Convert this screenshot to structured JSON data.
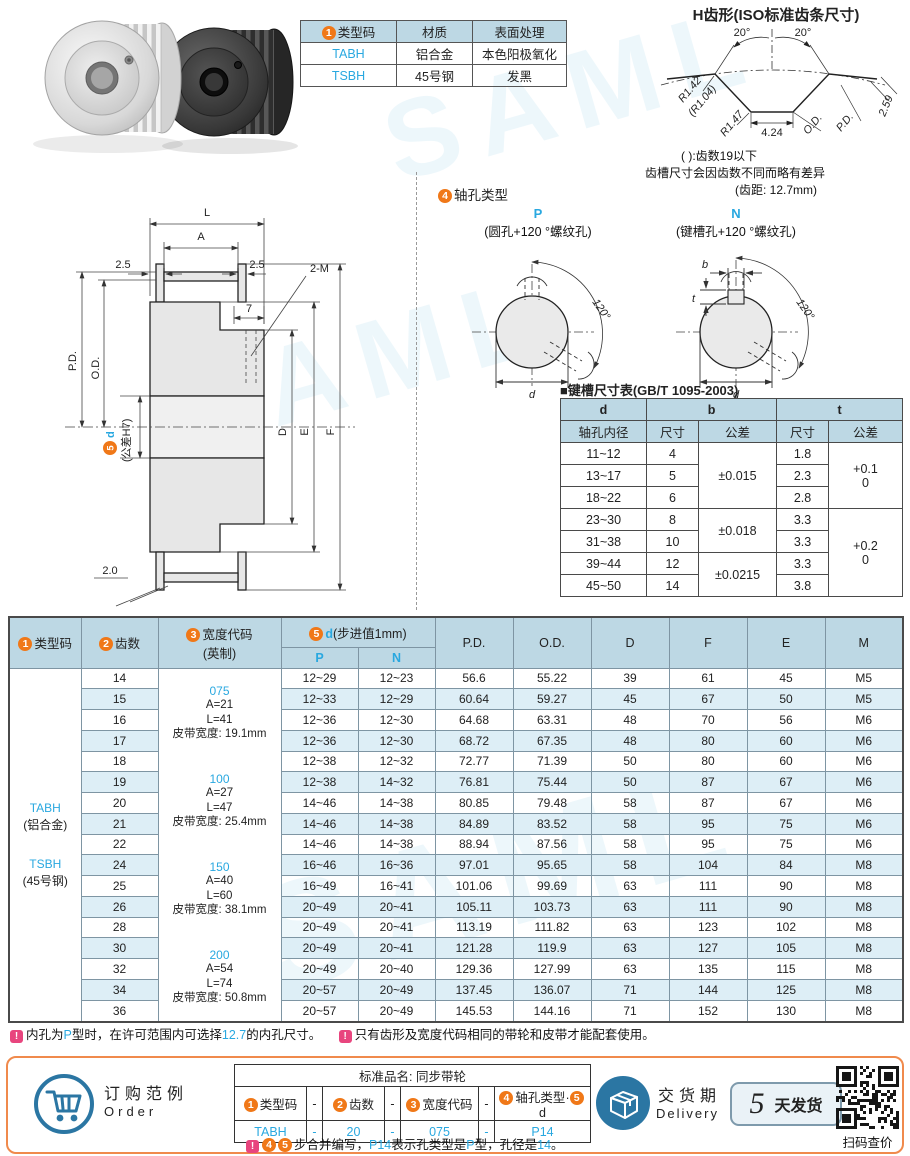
{
  "colors": {
    "accent_blue": "#29a8e0",
    "header_blue": "#bdd8e4",
    "row_alt": "#ddeef6",
    "orange": "#f07818",
    "pink": "#e8457e",
    "box_border": "#f08a4c",
    "icon_blue": "#2b76a3"
  },
  "watermark": "SAML",
  "materials_table": {
    "h1_num": "1",
    "headers": [
      "类型码",
      "材质",
      "表面处理"
    ],
    "rows": [
      [
        "TABH",
        "铝合金",
        "本色阳极氧化"
      ],
      [
        "TSBH",
        "45号钢",
        "发黑"
      ]
    ]
  },
  "tooth": {
    "title": "H齿形(ISO标准齿条尺寸)",
    "angle_l": "20°",
    "angle_r": "20°",
    "r_top": "R1.42",
    "r_top2": "(R1.04)",
    "r_bot": "R1.47",
    "w": "4.24",
    "od": "O.D.",
    "pd": "P.D.",
    "h": "2.59",
    "note1": "( ):齿数19以下",
    "note2": "齿槽尺寸会因齿数不同而略有差异",
    "note3": "(齿距: 12.7mm)"
  },
  "drawing": {
    "L": "L",
    "A": "A",
    "l25": "2.5",
    "r25": "2.5",
    "n7": "7",
    "tap": "2-M",
    "pd": "P.D.",
    "od": "O.D.",
    "d5_num": "5",
    "d5": "d",
    "tol": "(公差H7)",
    "D": "D",
    "E": "E",
    "F": "F",
    "flange": "2.0"
  },
  "shaft": {
    "num": "4",
    "title": "轴孔类型",
    "p_code": "P",
    "p_desc": "(圆孔+120 °螺纹孔)",
    "n_code": "N",
    "n_desc": "(键槽孔+120 °螺纹孔)",
    "angle": "120°",
    "d": "d",
    "b": "b",
    "t": "t"
  },
  "keyway_table": {
    "title": "■键槽尺寸表(GB/T 1095-2003)",
    "h_d": "d",
    "h_d_sub": "轴孔内径",
    "h_b": "b",
    "h_t": "t",
    "h_size": "尺寸",
    "h_tol": "公差",
    "rows": [
      [
        "11~12",
        "4",
        "1.8"
      ],
      [
        "13~17",
        "5",
        "2.3"
      ],
      [
        "18~22",
        "6",
        "2.8"
      ],
      [
        "23~30",
        "8",
        "3.3"
      ],
      [
        "31~38",
        "10",
        "3.3"
      ],
      [
        "39~44",
        "12",
        "3.3"
      ],
      [
        "45~50",
        "14",
        "3.8"
      ]
    ],
    "b_tols": [
      {
        "v": "±0.015",
        "span": 3
      },
      {
        "v": "±0.018",
        "span": 2
      },
      {
        "v": "±0.0215",
        "span": 2
      }
    ],
    "t_tols": [
      {
        "v": "+0.1",
        "v2": "0",
        "span": 3
      },
      {
        "v": "+0.2",
        "v2": "0",
        "span": 4
      }
    ]
  },
  "main_table": {
    "h1_num": "1",
    "h1": "类型码",
    "h2_num": "2",
    "h2": "齿数",
    "h3_num": "3",
    "h3a": "宽度代码",
    "h3b": "(英制)",
    "h5_num": "5",
    "h5_d": "d",
    "h5_rest": "(步进值1mm)",
    "sub_p": "P",
    "sub_n": "N",
    "cols": [
      "P.D.",
      "O.D.",
      "D",
      "F",
      "E",
      "M"
    ],
    "type_block": {
      "code1": "TABH",
      "mat1": "(铝合金)",
      "code2": "TSBH",
      "mat2": "(45号钢)"
    },
    "width_blocks": [
      {
        "code": "075",
        "a": "A=21",
        "l": "L=41",
        "w": "皮带宽度: 19.1mm"
      },
      {
        "code": "100",
        "a": "A=27",
        "l": "L=47",
        "w": "皮带宽度: 25.4mm"
      },
      {
        "code": "150",
        "a": "A=40",
        "l": "L=60",
        "w": "皮带宽度: 38.1mm"
      },
      {
        "code": "200",
        "a": "A=54",
        "l": "L=74",
        "w": "皮带宽度: 50.8mm"
      }
    ],
    "rows": [
      [
        "14",
        "12~29",
        "12~23",
        "56.6",
        "55.22",
        "39",
        "61",
        "45",
        "M5"
      ],
      [
        "15",
        "12~33",
        "12~29",
        "60.64",
        "59.27",
        "45",
        "67",
        "50",
        "M5"
      ],
      [
        "16",
        "12~36",
        "12~30",
        "64.68",
        "63.31",
        "48",
        "70",
        "56",
        "M6"
      ],
      [
        "17",
        "12~36",
        "12~30",
        "68.72",
        "67.35",
        "48",
        "80",
        "60",
        "M6"
      ],
      [
        "18",
        "12~38",
        "12~32",
        "72.77",
        "71.39",
        "50",
        "80",
        "60",
        "M6"
      ],
      [
        "19",
        "12~38",
        "14~32",
        "76.81",
        "75.44",
        "50",
        "87",
        "67",
        "M6"
      ],
      [
        "20",
        "14~46",
        "14~38",
        "80.85",
        "79.48",
        "58",
        "87",
        "67",
        "M6"
      ],
      [
        "21",
        "14~46",
        "14~38",
        "84.89",
        "83.52",
        "58",
        "95",
        "75",
        "M6"
      ],
      [
        "22",
        "14~46",
        "14~38",
        "88.94",
        "87.56",
        "58",
        "95",
        "75",
        "M6"
      ],
      [
        "24",
        "16~46",
        "16~36",
        "97.01",
        "95.65",
        "58",
        "104",
        "84",
        "M8"
      ],
      [
        "25",
        "16~49",
        "16~41",
        "101.06",
        "99.69",
        "63",
        "111",
        "90",
        "M8"
      ],
      [
        "26",
        "20~49",
        "20~41",
        "105.11",
        "103.73",
        "63",
        "111",
        "90",
        "M8"
      ],
      [
        "28",
        "20~49",
        "20~41",
        "113.19",
        "111.82",
        "63",
        "123",
        "102",
        "M8"
      ],
      [
        "30",
        "20~49",
        "20~41",
        "121.28",
        "119.9",
        "63",
        "127",
        "105",
        "M8"
      ],
      [
        "32",
        "20~49",
        "20~40",
        "129.36",
        "127.99",
        "63",
        "135",
        "115",
        "M8"
      ],
      [
        "34",
        "20~57",
        "20~49",
        "137.45",
        "136.07",
        "71",
        "144",
        "125",
        "M8"
      ],
      [
        "36",
        "20~57",
        "20~49",
        "145.53",
        "144.16",
        "71",
        "152",
        "130",
        "M8"
      ]
    ]
  },
  "notes_line": {
    "n1": [
      {
        "alert": true
      },
      {
        "t": "内孔为"
      },
      {
        "t": "P",
        "blue": true
      },
      {
        "t": "型时，在许可范围内可选择"
      },
      {
        "t": "12.7",
        "blue": true
      },
      {
        "t": "的内孔尺寸。"
      }
    ],
    "n2": [
      {
        "alert": true
      },
      {
        "t": "只有齿形及宽度代码相同的带轮和皮带才能配套使用。"
      }
    ]
  },
  "order": {
    "label_cn": "订购范例",
    "label_en": "Order",
    "title": "标准品名: 同步带轮",
    "header_cells": [
      {
        "num": "1",
        "t": "类型码"
      },
      {
        "t": "-"
      },
      {
        "num": "2",
        "t": "齿数"
      },
      {
        "t": "-"
      },
      {
        "num": "3",
        "t": "宽度代码"
      },
      {
        "t": "-"
      },
      {
        "num": "4",
        "t": "轴孔类型",
        "dot": "·",
        "num2": "5",
        "t2": "d"
      }
    ],
    "values": [
      "TABH",
      "-",
      "20",
      "-",
      "075",
      "-",
      "P14"
    ],
    "note": [
      {
        "alert": true
      },
      {
        "t": "4",
        "circle": true
      },
      {
        "t": "5",
        "circle": true
      },
      {
        "t": "步合并编写，"
      },
      {
        "t": "P14",
        "blue": true
      },
      {
        "t": "表示孔类型是"
      },
      {
        "t": "P",
        "blue": true
      },
      {
        "t": "型，孔径是"
      },
      {
        "t": "14",
        "blue": true
      },
      {
        "t": "。"
      }
    ]
  },
  "delivery": {
    "label_cn": "交货期",
    "label_en": "Delivery",
    "days": "5",
    "unit": "天发货",
    "qr_caption": "扫码查价"
  }
}
